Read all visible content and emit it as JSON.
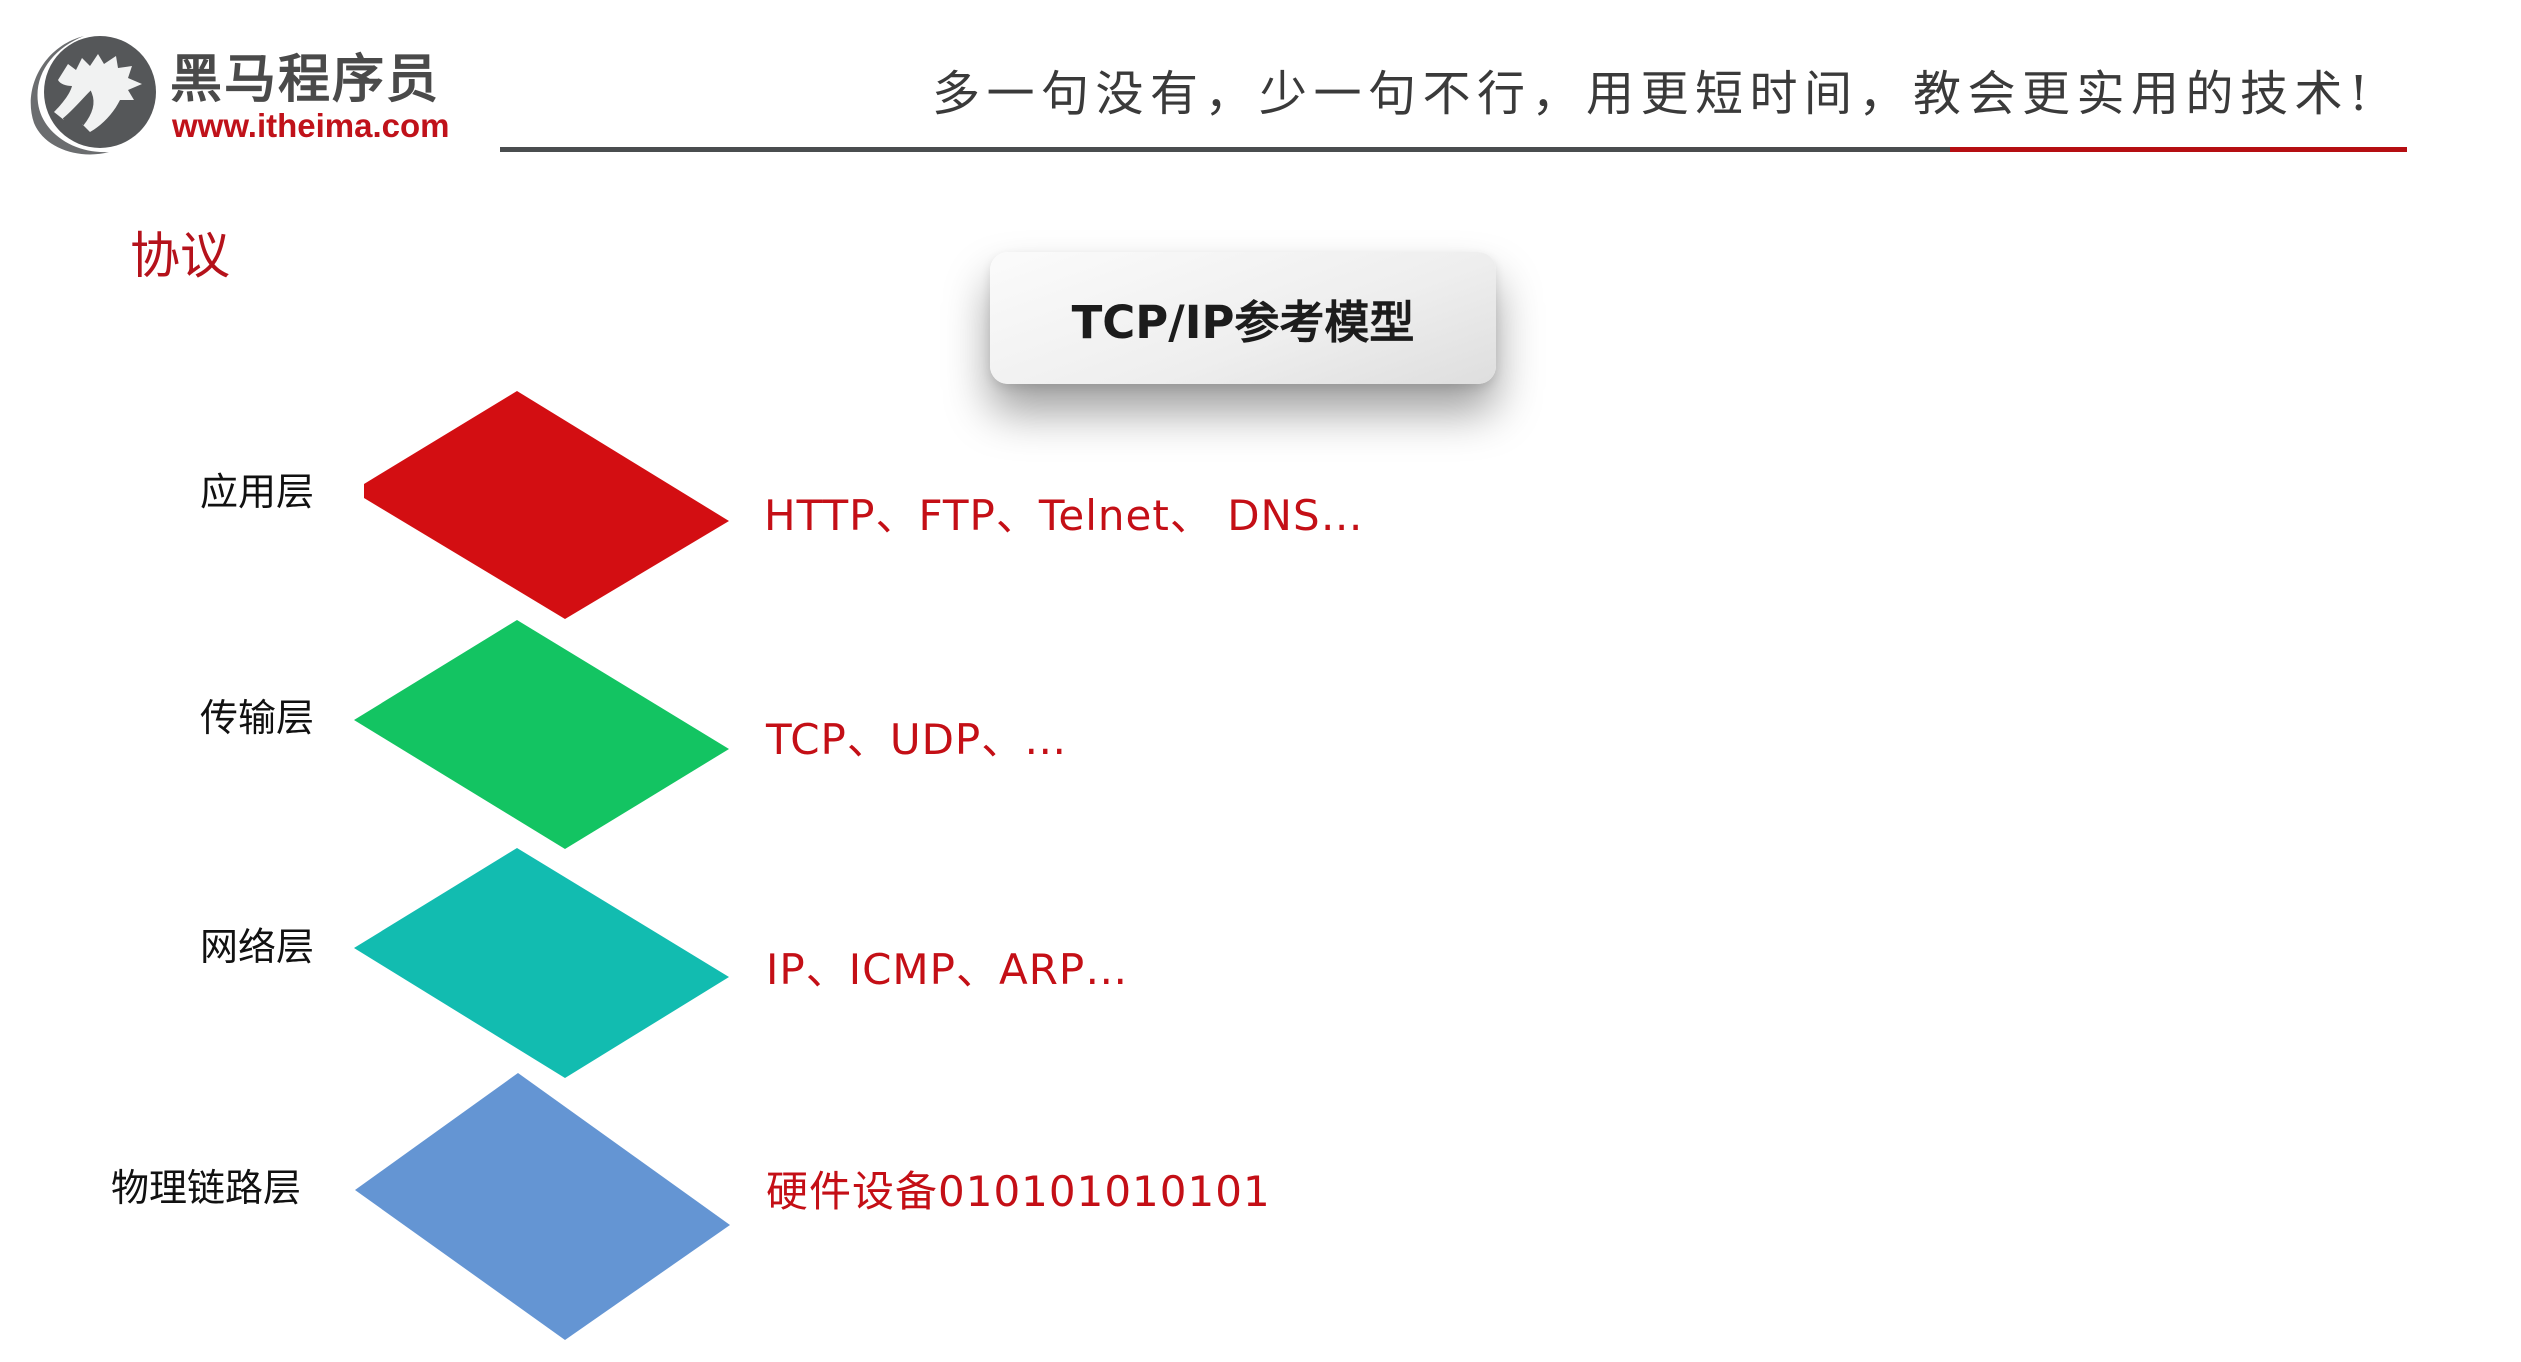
{
  "header": {
    "brand_name": "黑马程序员",
    "brand_url": "www.itheima.com",
    "slogan": "多一句没有，少一句不行，用更短时间，教会更实用的技术!",
    "logo_icon": "horse-head-logo-icon",
    "rule_colors": {
      "primary": "#4a4d4f",
      "accent": "#b50e12"
    }
  },
  "section": {
    "title": "协议"
  },
  "model": {
    "title": "TCP/IP参考模型"
  },
  "layers": [
    {
      "label": "应用层",
      "protocols": "HTTP、FTP、Telnet、 DNS…",
      "color": "#d30e12"
    },
    {
      "label": "传输层",
      "protocols": "TCP、UDP、…",
      "color": "#13c462"
    },
    {
      "label": "网络层",
      "protocols": "IP、ICMP、ARP…",
      "color": "#12bcb0"
    },
    {
      "label": "物理链路层",
      "protocols": "硬件设备010101010101",
      "color": "#6495d3"
    }
  ],
  "colors": {
    "title_red": "#b5121b",
    "protocol_red": "#c40f16"
  }
}
